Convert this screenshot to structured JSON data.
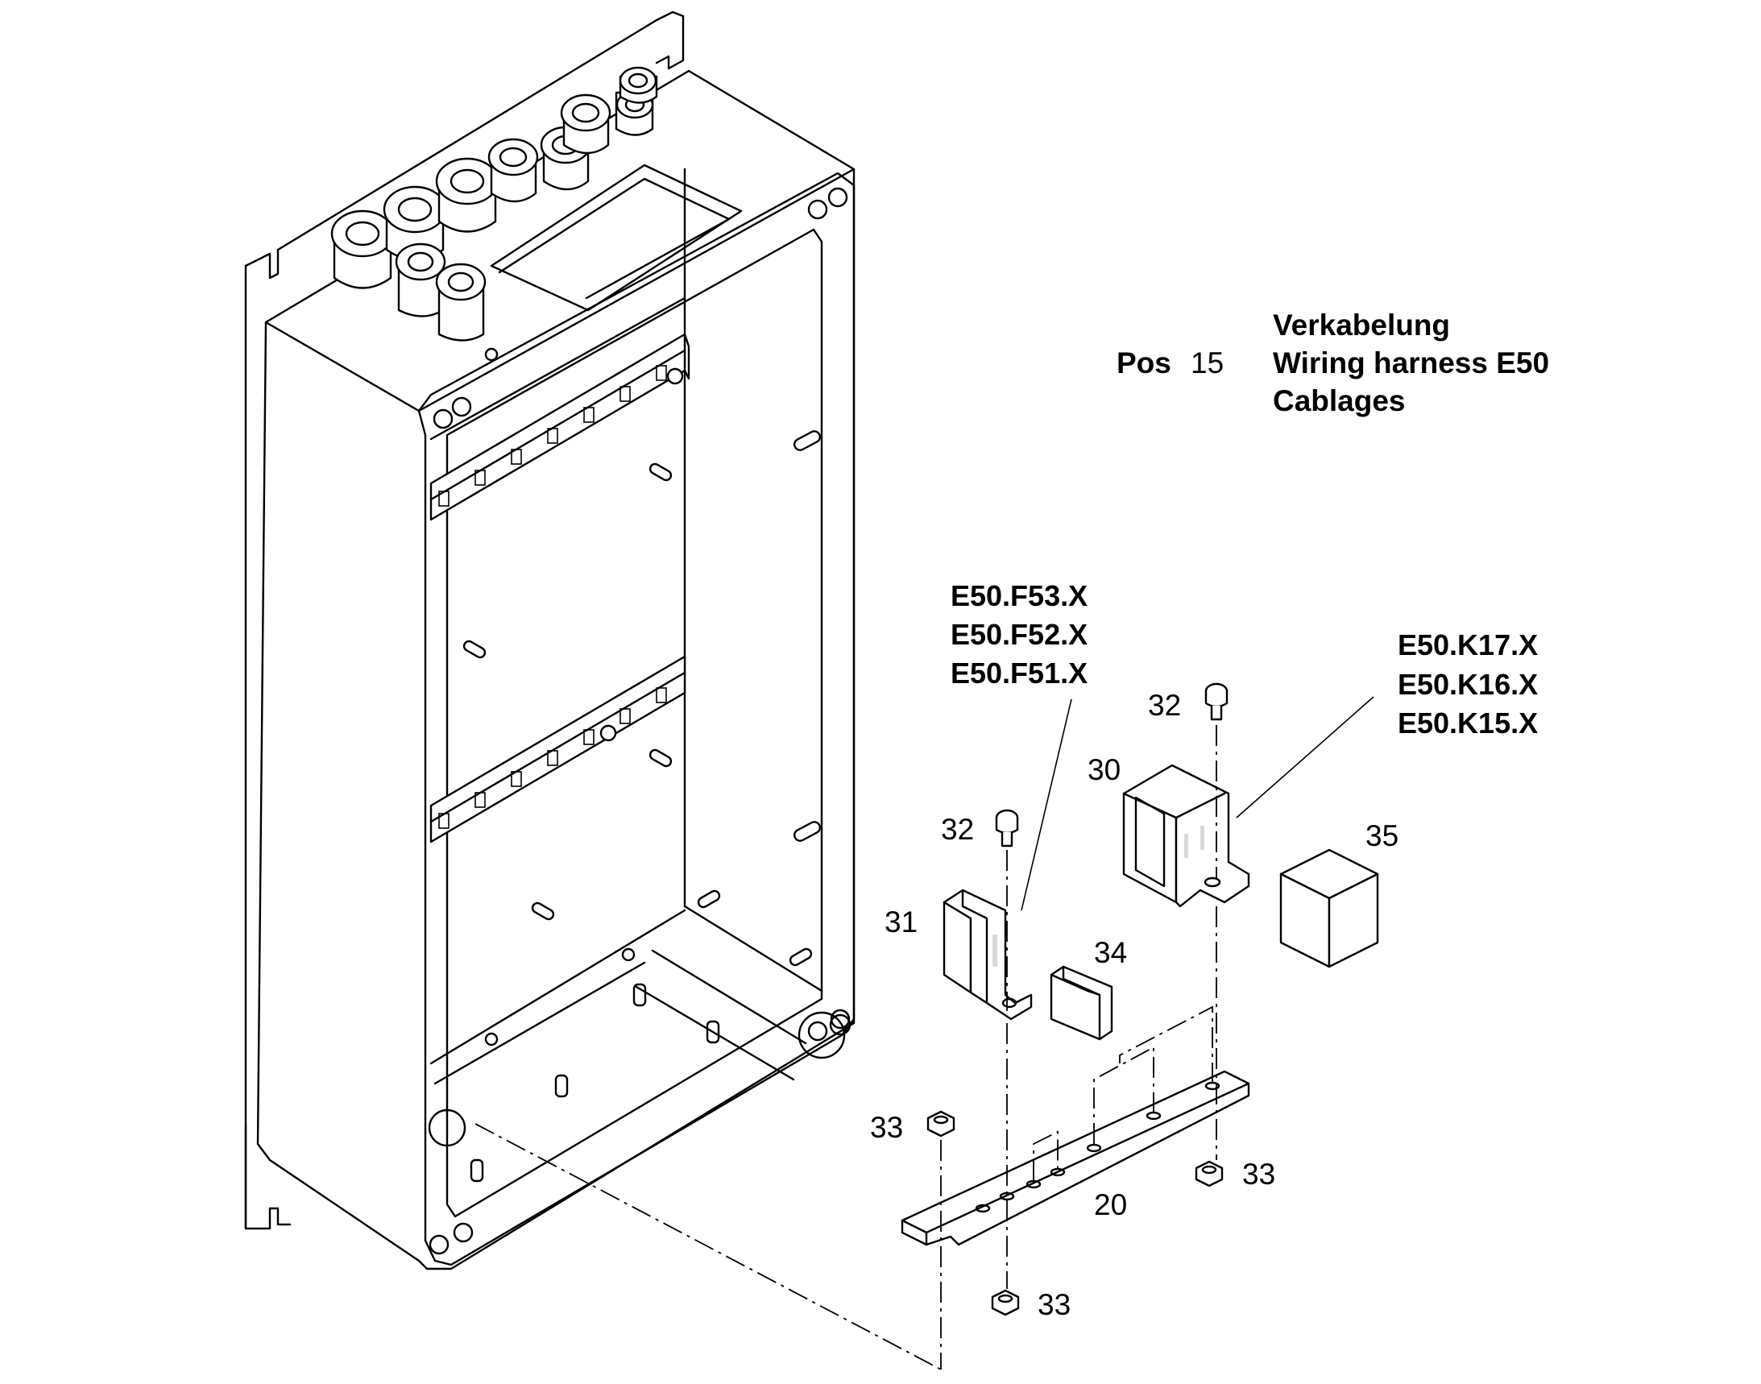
{
  "title_block": {
    "pos_label": "Pos",
    "pos_number": "15",
    "title_lines": [
      "Verkabelung",
      "Wiring harness E50",
      "Cablages"
    ]
  },
  "leader_groups": {
    "fuse_labels": [
      "E50.F53.X",
      "E50.F52.X",
      "E50.F51.X"
    ],
    "relay_labels": [
      "E50.K17.X",
      "E50.K16.X",
      "E50.K15.X"
    ]
  },
  "callouts": {
    "c32a": "32",
    "c32b": "32",
    "c30": "30",
    "c35": "35",
    "c31": "31",
    "c34": "34",
    "c33a": "33",
    "c33b": "33",
    "c33c": "33",
    "c20": "20"
  }
}
